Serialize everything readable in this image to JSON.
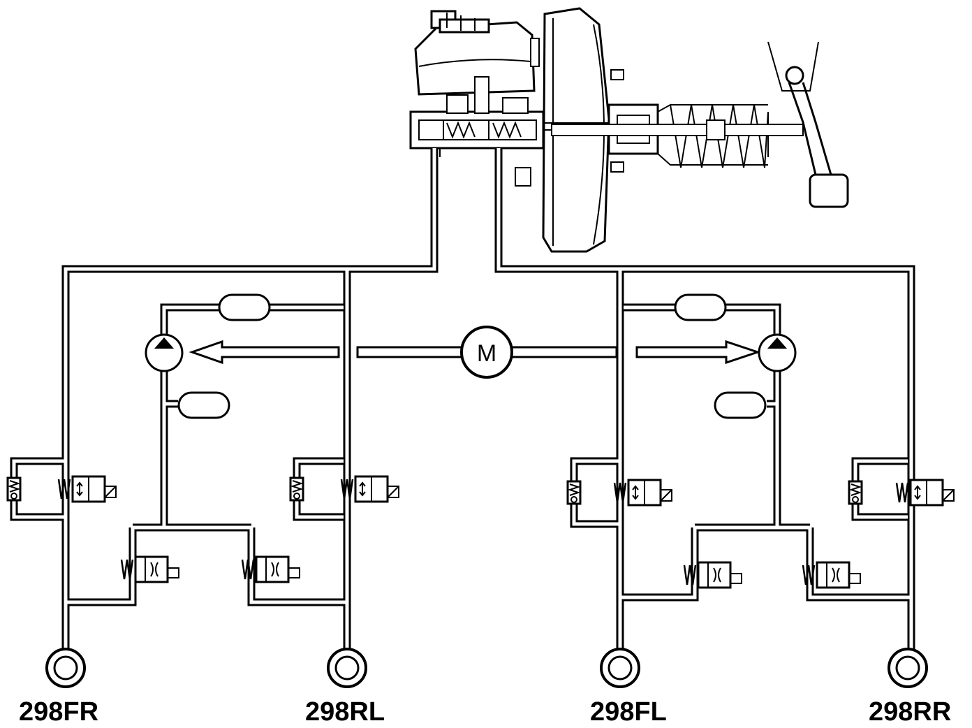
{
  "motor": {
    "label": "M"
  },
  "wheels": [
    {
      "id": "fr",
      "label": "298FR"
    },
    {
      "id": "rl",
      "label": "298RL"
    },
    {
      "id": "fl",
      "label": "298FL"
    },
    {
      "id": "rr",
      "label": "298RR"
    }
  ],
  "colors": {
    "line": "#000000",
    "background": "#ffffff"
  }
}
